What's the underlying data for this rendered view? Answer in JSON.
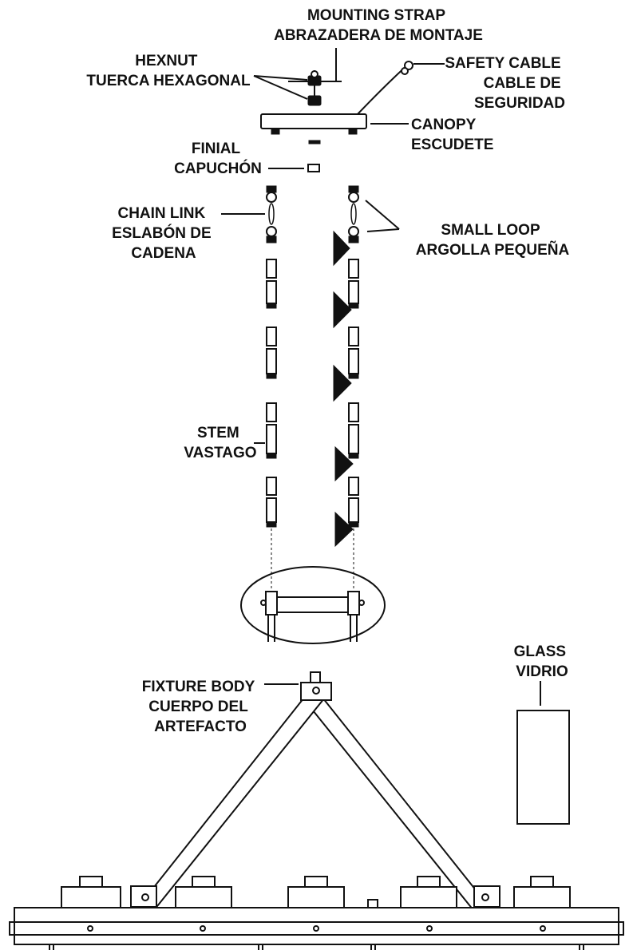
{
  "labels": {
    "mounting_strap": [
      "MOUNTING STRAP",
      "ABRAZADERA DE MONTAJE"
    ],
    "hexnut": [
      "HEXNUT",
      "TUERCA HEXAGONAL"
    ],
    "safety_cable": [
      "SAFETY CABLE",
      "CABLE DE",
      "SEGURIDAD"
    ],
    "canopy": [
      "CANOPY",
      "ESCUDETE"
    ],
    "finial": [
      "FINIAL",
      "CAPUCHÓN"
    ],
    "chain_link": [
      "CHAIN LINK",
      "ESLABÓN DE",
      "CADENA"
    ],
    "small_loop": [
      "SMALL LOOP",
      "ARGOLLA PEQUEÑA"
    ],
    "stem": [
      "STEM",
      "VASTAGO"
    ],
    "glass": [
      "GLASS",
      "VIDRIO"
    ],
    "fixture_body": [
      "FIXTURE BODY",
      "CUERPO DEL",
      "ARTEFACTO"
    ]
  },
  "colors": {
    "line": "#111111",
    "background": "#ffffff"
  }
}
